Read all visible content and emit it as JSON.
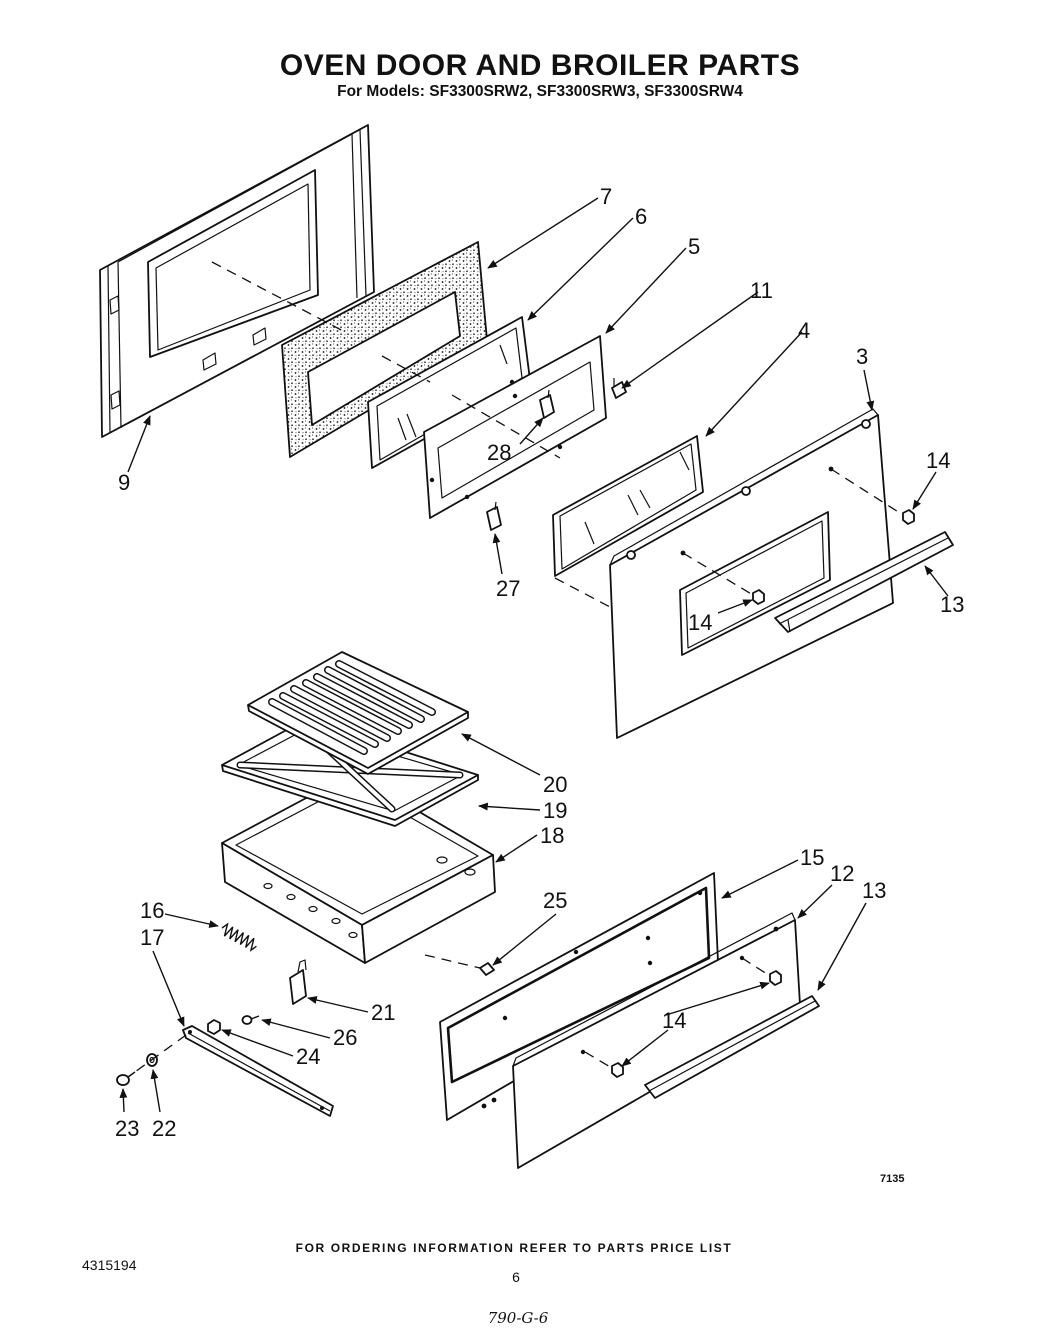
{
  "title": "OVEN DOOR AND BROILER PARTS",
  "subtitle": "For Models: SF3300SRW2, SF3300SRW3, SF3300SRW4",
  "callouts": [
    "7",
    "6",
    "5",
    "11",
    "4",
    "3",
    "14",
    "9",
    "28",
    "27",
    "14",
    "13",
    "20",
    "19",
    "18",
    "15",
    "12",
    "13",
    "25",
    "16",
    "17",
    "21",
    "26",
    "24",
    "14",
    "23",
    "22"
  ],
  "drawing_number": "7135",
  "footer_note": "FOR ORDERING INFORMATION REFER TO PARTS PRICE LIST",
  "document_number": "4315194",
  "page_number": "6",
  "handwritten_note": "790-G-6"
}
